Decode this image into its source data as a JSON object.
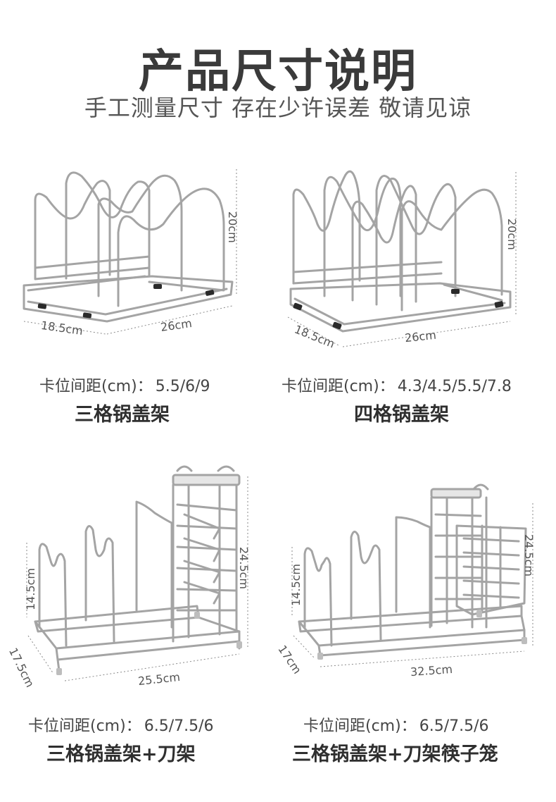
{
  "title": "产品尺寸说明",
  "subtitle": "手工测量尺寸 存在少许误差 敬请见谅",
  "colors": {
    "metal": "#9a9a9a",
    "metal_light": "#d4d4d4",
    "foot": "#2a2a2a",
    "guide": "#888888",
    "text": "#333333"
  },
  "products": [
    {
      "name": "三格锅盖架",
      "spacing_label": "卡位间距(cm)：",
      "spacing_value": "5.5/6/9",
      "height": "20cm",
      "depth": "18.5cm",
      "width": "26cm"
    },
    {
      "name": "四格锅盖架",
      "spacing_label": "卡位间距(cm)：",
      "spacing_value": "4.3/4.5/5.5/7.8",
      "height": "20cm",
      "depth": "18.5cm",
      "width": "26cm"
    },
    {
      "name": "三格锅盖架+刀架",
      "spacing_label": "卡位间距(cm)：",
      "spacing_value": "6.5/7.5/6",
      "height": "24.5cm",
      "low_height": "14.5cm",
      "depth": "17.5cm",
      "width": "25.5cm"
    },
    {
      "name": "三格锅盖架+刀架筷子笼",
      "spacing_label": "卡位间距(cm)：",
      "spacing_value": "6.5/7.5/6",
      "height": "24.5cm",
      "low_height": "14.5cm",
      "depth": "17cm",
      "width": "32.5cm"
    }
  ]
}
